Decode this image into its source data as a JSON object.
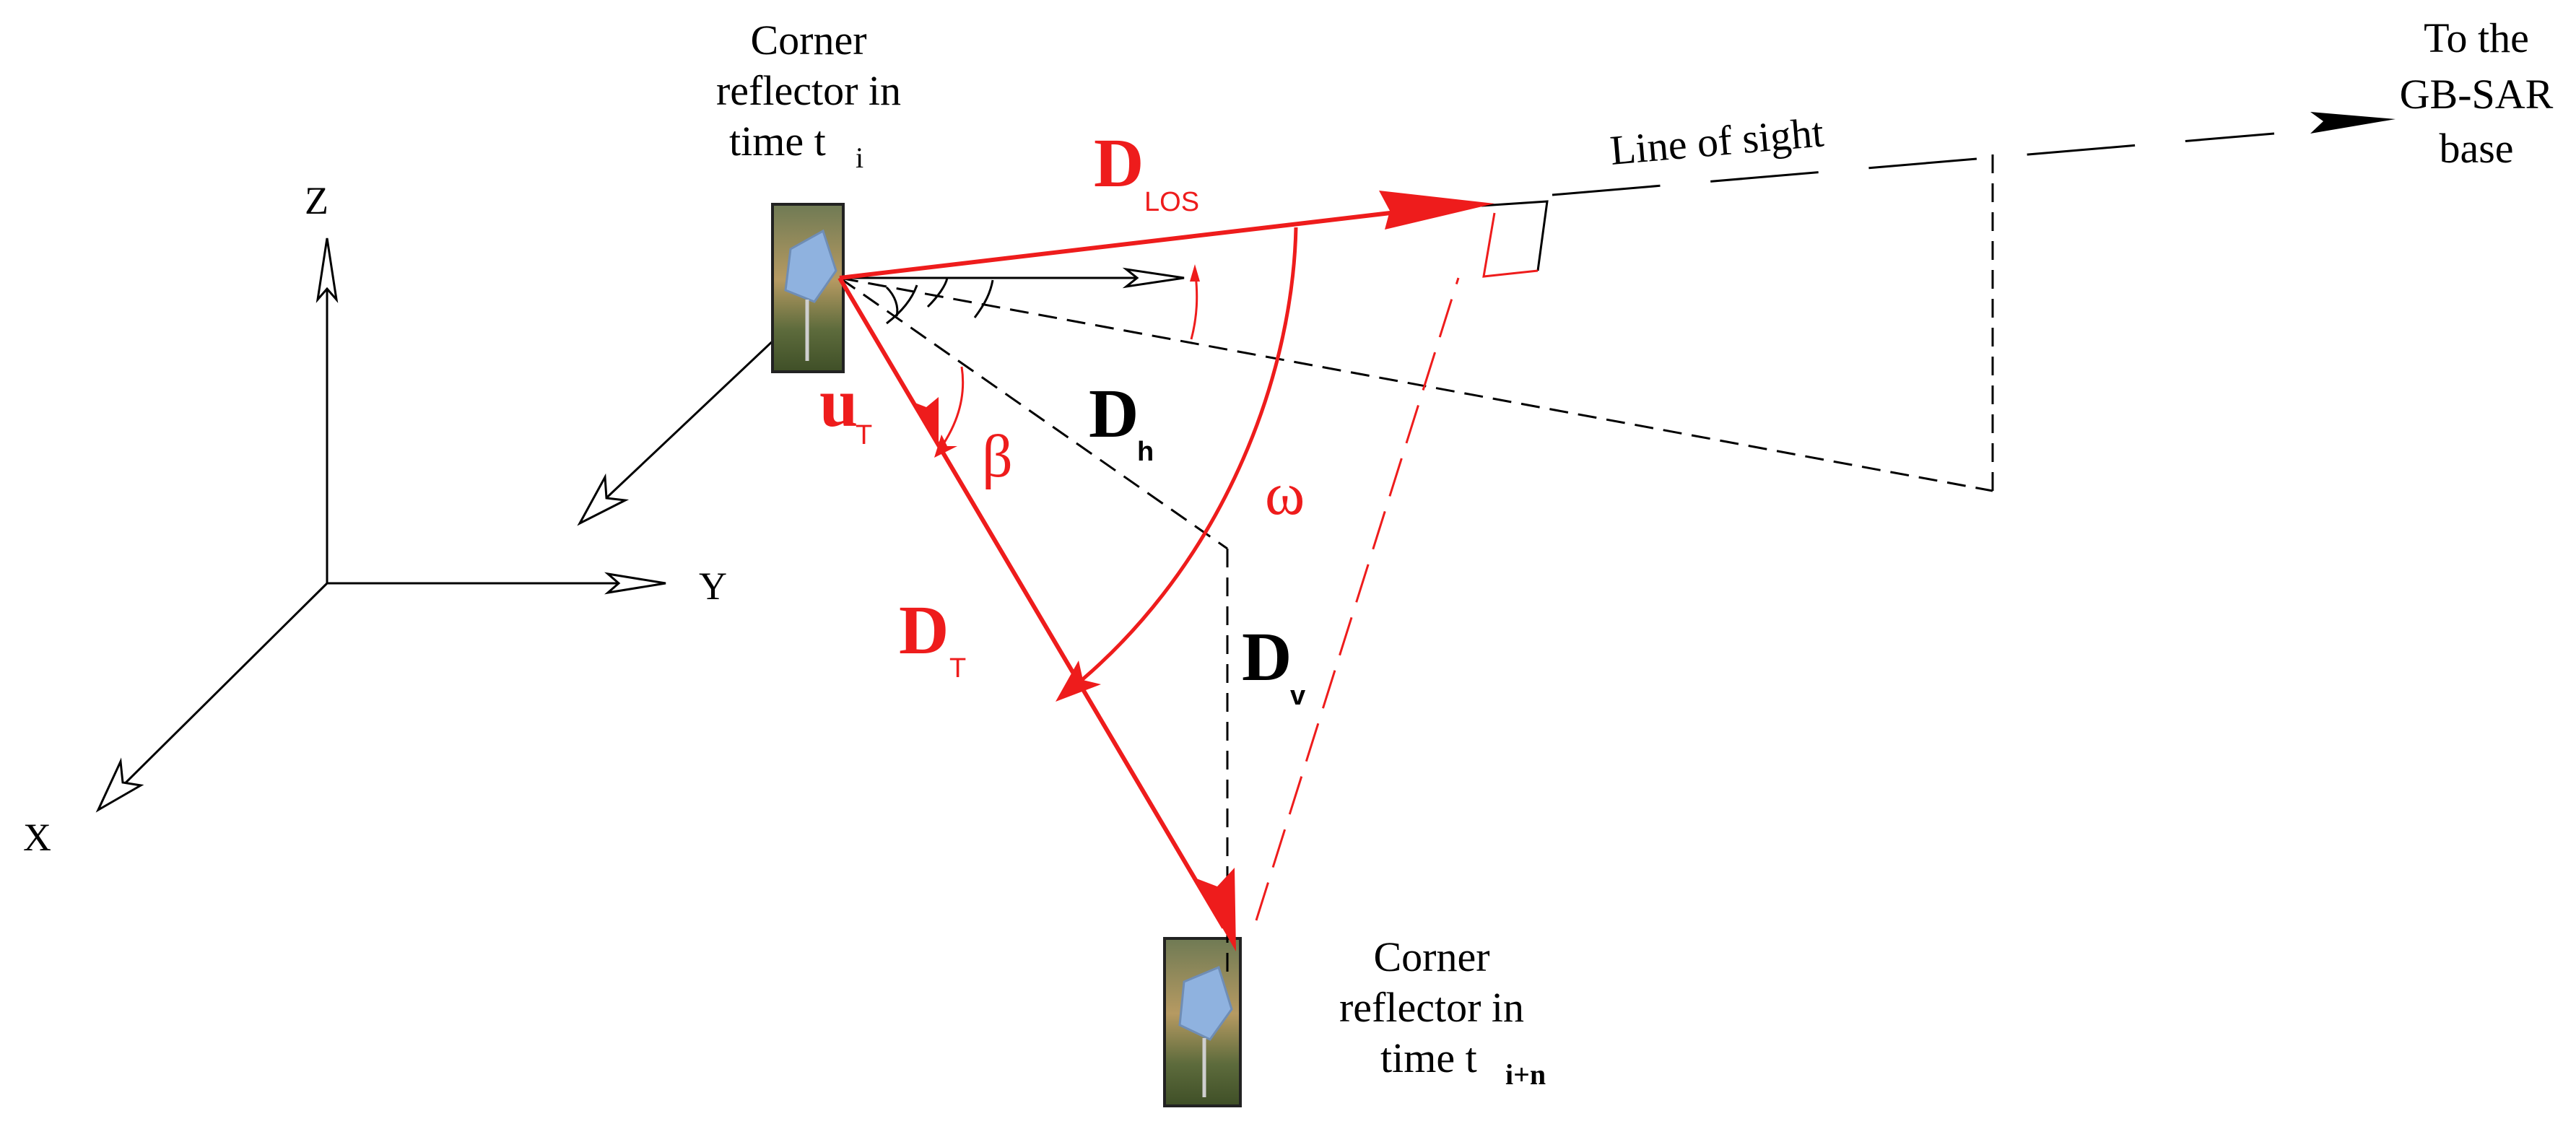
{
  "colors": {
    "red": "#ee1c1c",
    "black": "#000000"
  },
  "axes": {
    "x_label": "X",
    "y_label": "Y",
    "z_label": "Z"
  },
  "reflector_start": {
    "line1": "Corner",
    "line2": "reflector in",
    "line3": "time t",
    "sub": "i"
  },
  "reflector_end": {
    "line1": "Corner",
    "line2": "reflector in",
    "line3": "time t",
    "sub": "i+n"
  },
  "gbsar": {
    "line1": "To the",
    "line2": "GB-SAR",
    "line3": "base"
  },
  "line_of_sight": "Line of sight",
  "vectors": {
    "d_los": {
      "main": "D",
      "sub": "LOS"
    },
    "u_t": {
      "main": "u",
      "sub": "T"
    },
    "d_t": {
      "main": "D",
      "sub": "T"
    },
    "d_h": {
      "main": "D",
      "sub": "h"
    },
    "d_v": {
      "main": "D",
      "sub": "v"
    }
  },
  "angles": {
    "beta": "β",
    "omega": "ω"
  }
}
